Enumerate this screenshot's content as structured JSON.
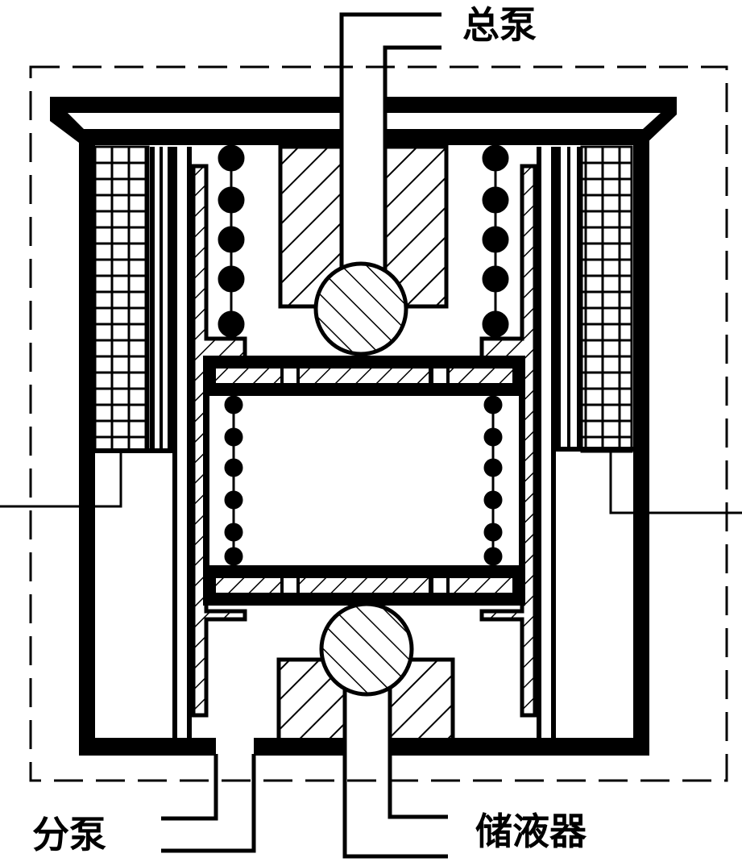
{
  "diagram": {
    "type": "cross-section schematic",
    "colors": {
      "stroke": "#000000",
      "background": "#ffffff"
    },
    "labels": {
      "master_cylinder": "总泵",
      "wheel_cylinder": "分泵",
      "reservoir": "储液器"
    },
    "components": [
      {
        "id": "housing",
        "pattern": "solid-thick"
      },
      {
        "id": "coil-left",
        "pattern": "grid"
      },
      {
        "id": "coil-right",
        "pattern": "grid"
      },
      {
        "id": "armature-sleeve",
        "pattern": "diagonal-hatch"
      },
      {
        "id": "springs-upper",
        "pattern": "bead-chain"
      },
      {
        "id": "springs-lower",
        "pattern": "bead-chain"
      },
      {
        "id": "valve-plate-upper",
        "pattern": "diagonal-hatch"
      },
      {
        "id": "valve-plate-lower",
        "pattern": "diagonal-hatch"
      },
      {
        "id": "ball-valve-upper",
        "pattern": "diagonal-hatch"
      },
      {
        "id": "ball-valve-lower",
        "pattern": "diagonal-hatch"
      },
      {
        "id": "valve-seat-upper",
        "pattern": "diagonal-hatch"
      },
      {
        "id": "valve-seat-lower",
        "pattern": "diagonal-hatch"
      },
      {
        "id": "boundary",
        "pattern": "dashed"
      }
    ]
  }
}
